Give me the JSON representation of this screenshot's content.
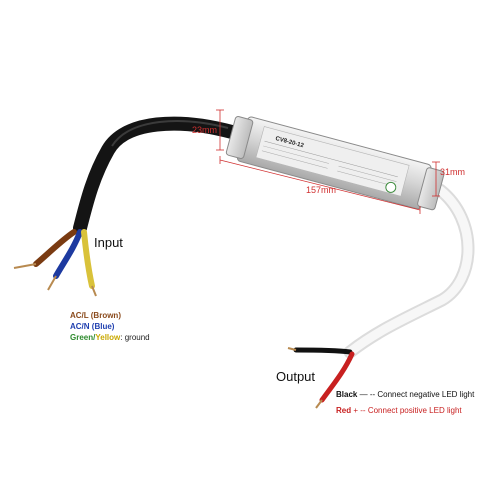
{
  "product": {
    "model": "CV8-20-12"
  },
  "dimensions": {
    "width": "23mm",
    "length": "157mm",
    "height": "31mm"
  },
  "input": {
    "title": "Input",
    "lines": [
      {
        "name": "AC/L",
        "color_word": "(Brown)",
        "color": "#8a4a1c"
      },
      {
        "name": "AC/N",
        "color_word": "(Blue)",
        "color": "#2040b0"
      }
    ],
    "ground": {
      "green": "Green",
      "sep": "/",
      "yellow": "Yellow",
      "suffix": ": ground"
    }
  },
  "output": {
    "title": "Output",
    "black": {
      "label": "Black",
      "symbol": "—",
      "text": "-- Connect negative LED light"
    },
    "red": {
      "label": "Red",
      "symbol": "+",
      "text": "-- Connect positive LED light"
    }
  },
  "colors": {
    "dimension": "#d03030",
    "housing": "#d8d8d8",
    "cable_black": "#141414",
    "cable_white": "#f2f2f2"
  }
}
